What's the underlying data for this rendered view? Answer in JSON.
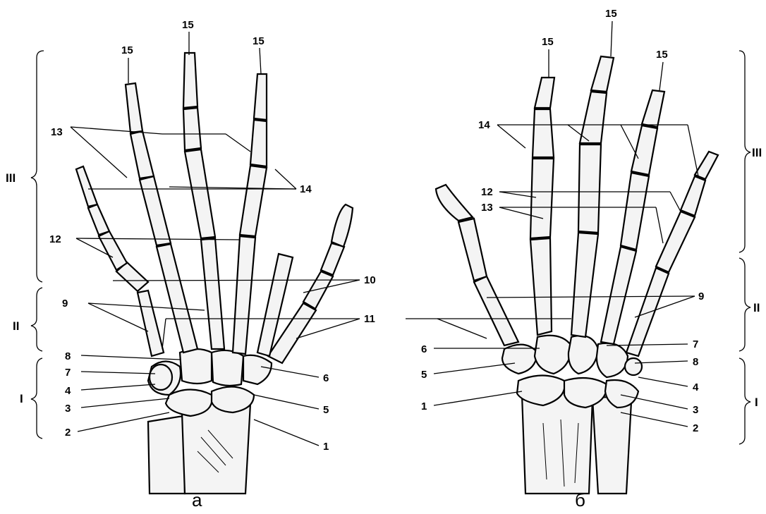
{
  "figure": {
    "captions": {
      "left": "а",
      "right": "б"
    },
    "regions": [
      "I",
      "II",
      "III"
    ],
    "labels_left": [
      "1",
      "2",
      "3",
      "4",
      "5",
      "6",
      "7",
      "8",
      "9",
      "10",
      "11",
      "12",
      "13",
      "14",
      "15"
    ],
    "labels_right": [
      "1",
      "2",
      "3",
      "4",
      "5",
      "6",
      "7",
      "8",
      "9",
      "12",
      "13",
      "14",
      "15"
    ]
  }
}
